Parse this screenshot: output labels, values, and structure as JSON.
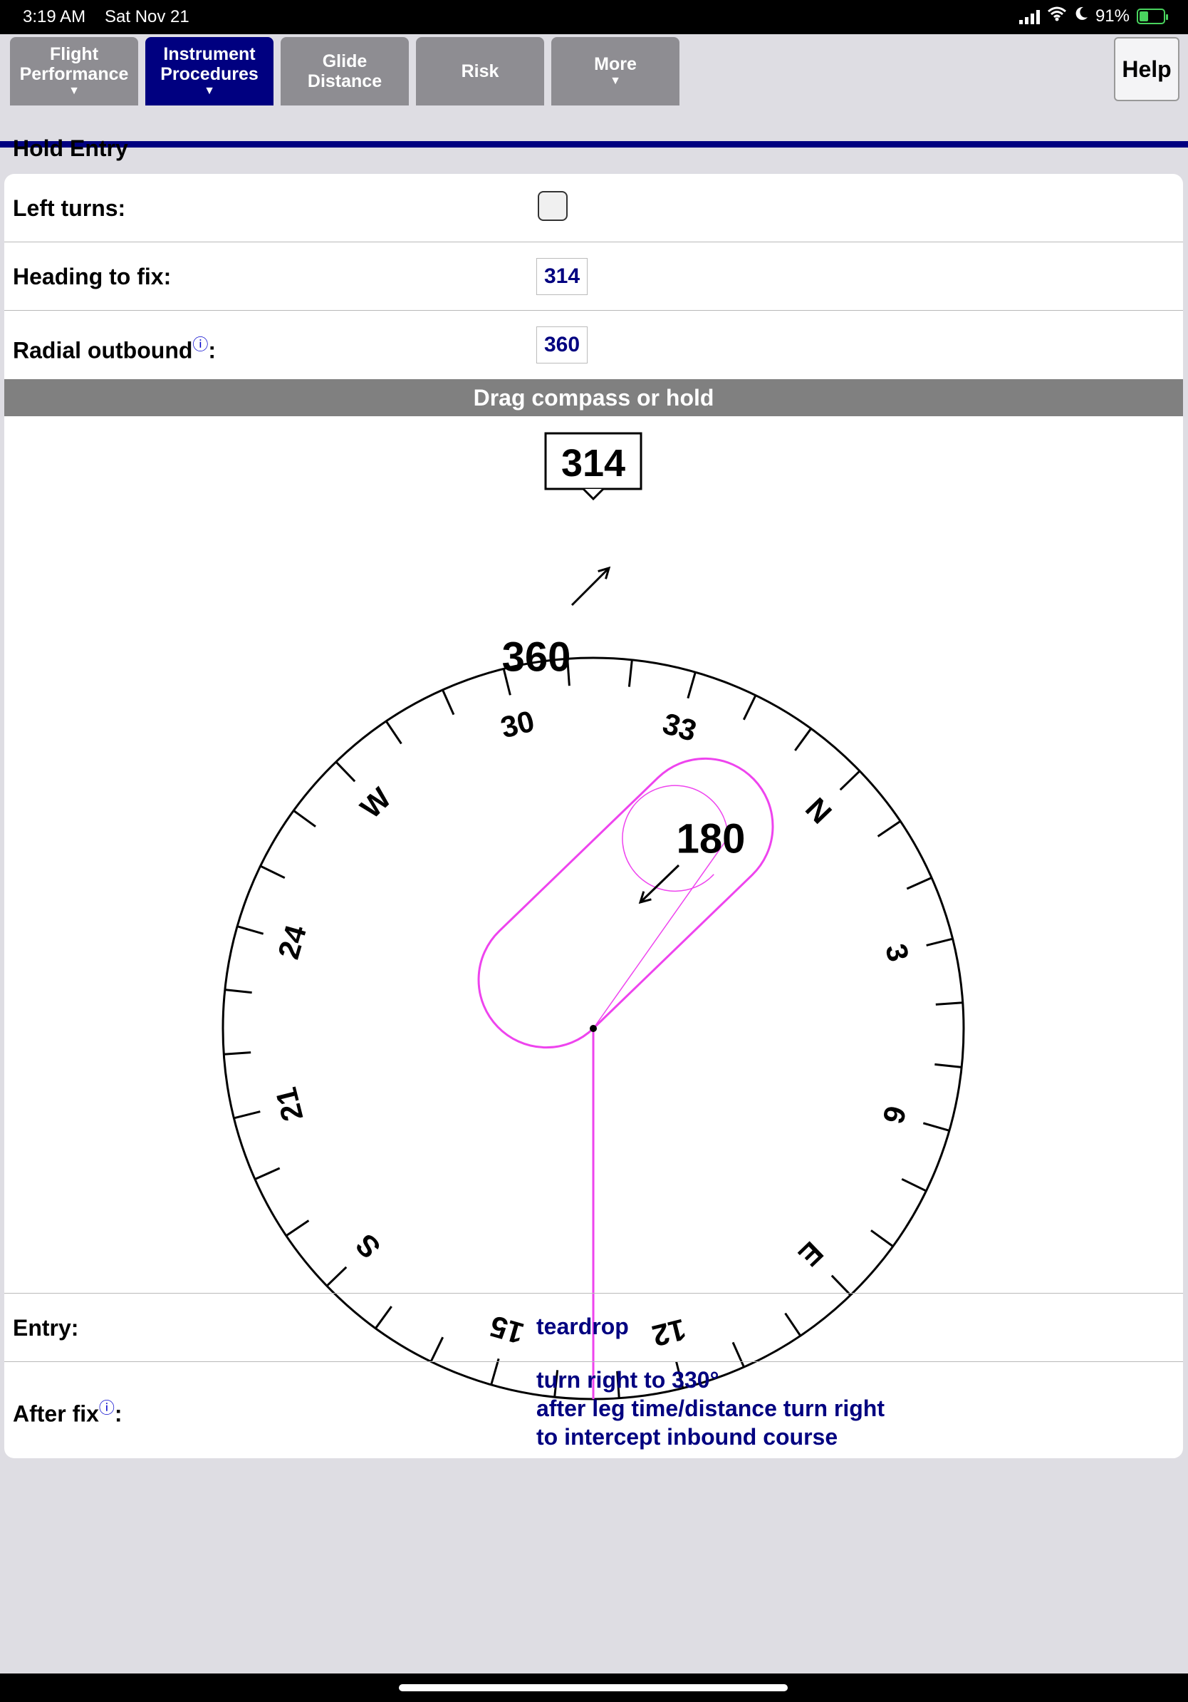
{
  "status": {
    "time": "3:19 AM",
    "date": "Sat Nov 21",
    "battery": "91%",
    "battery_level": 0.91
  },
  "tabs": [
    {
      "line1": "Flight",
      "line2": "Performance",
      "arrow": "▼",
      "active": false
    },
    {
      "line1": "Instrument",
      "line2": "Procedures",
      "arrow": "▼",
      "active": true
    },
    {
      "line1": "Glide",
      "line2": "Distance",
      "arrow": "",
      "active": false
    },
    {
      "line1": "Risk",
      "line2": "",
      "arrow": "",
      "active": false
    },
    {
      "line1": "More",
      "line2": "",
      "arrow": "▼",
      "active": false
    }
  ],
  "help_label": "Help",
  "section_title": "Hold Entry",
  "form": {
    "left_turns_label": "Left turns:",
    "left_turns_checked": false,
    "heading_label": "Heading to fix:",
    "heading_value": "314",
    "radial_label": "Radial outbound",
    "radial_value": "360",
    "info_icon": "ⓘ",
    "colon": ":"
  },
  "drag_label": "Drag compass or hold",
  "compass": {
    "heading": 314,
    "heading_label": "314",
    "radial_label": "360",
    "reciprocal_label": "180",
    "inbound_course": 180,
    "ticks": [
      "W",
      "30",
      "33",
      "N",
      "3",
      "6",
      "E",
      "12",
      "15",
      "S",
      "21",
      "24"
    ],
    "tick_bearings": [
      270,
      300,
      330,
      360,
      30,
      60,
      90,
      120,
      150,
      180,
      210,
      240
    ],
    "hold_color": "#ee44ee",
    "text_color": "#000000"
  },
  "result": {
    "entry_label": "Entry:",
    "entry_value": "teardrop",
    "after_label": "After fix",
    "after_lines": [
      "turn right to 330°",
      "after leg time/distance turn right",
      "to intercept inbound course"
    ]
  },
  "accent": "#000080"
}
